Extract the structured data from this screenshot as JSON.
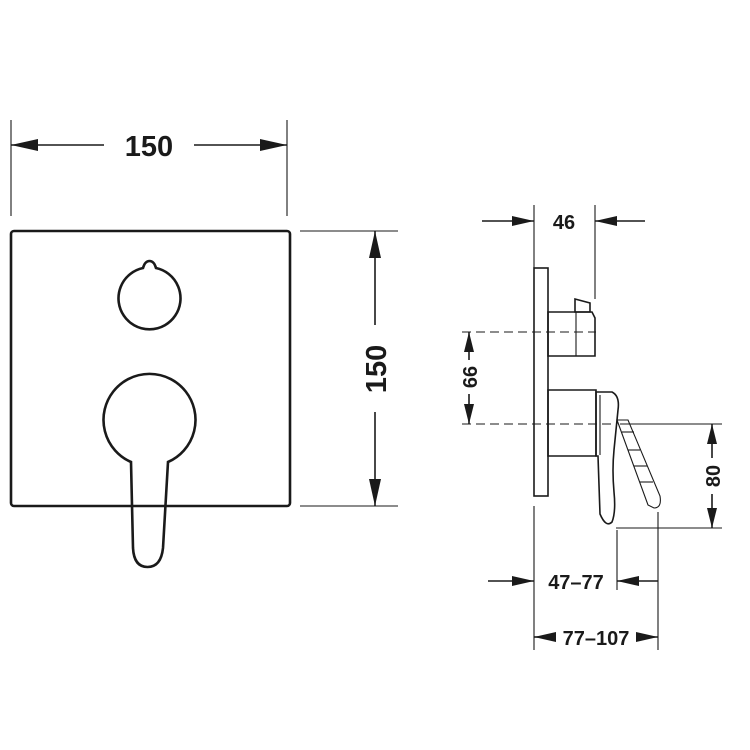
{
  "front_view": {
    "width_label": "150",
    "height_label": "150"
  },
  "side_view": {
    "depth_label": "46",
    "offset_label": "66",
    "lever_height_label": "80",
    "range1_label": "47–77",
    "range2_label": "77–107"
  }
}
